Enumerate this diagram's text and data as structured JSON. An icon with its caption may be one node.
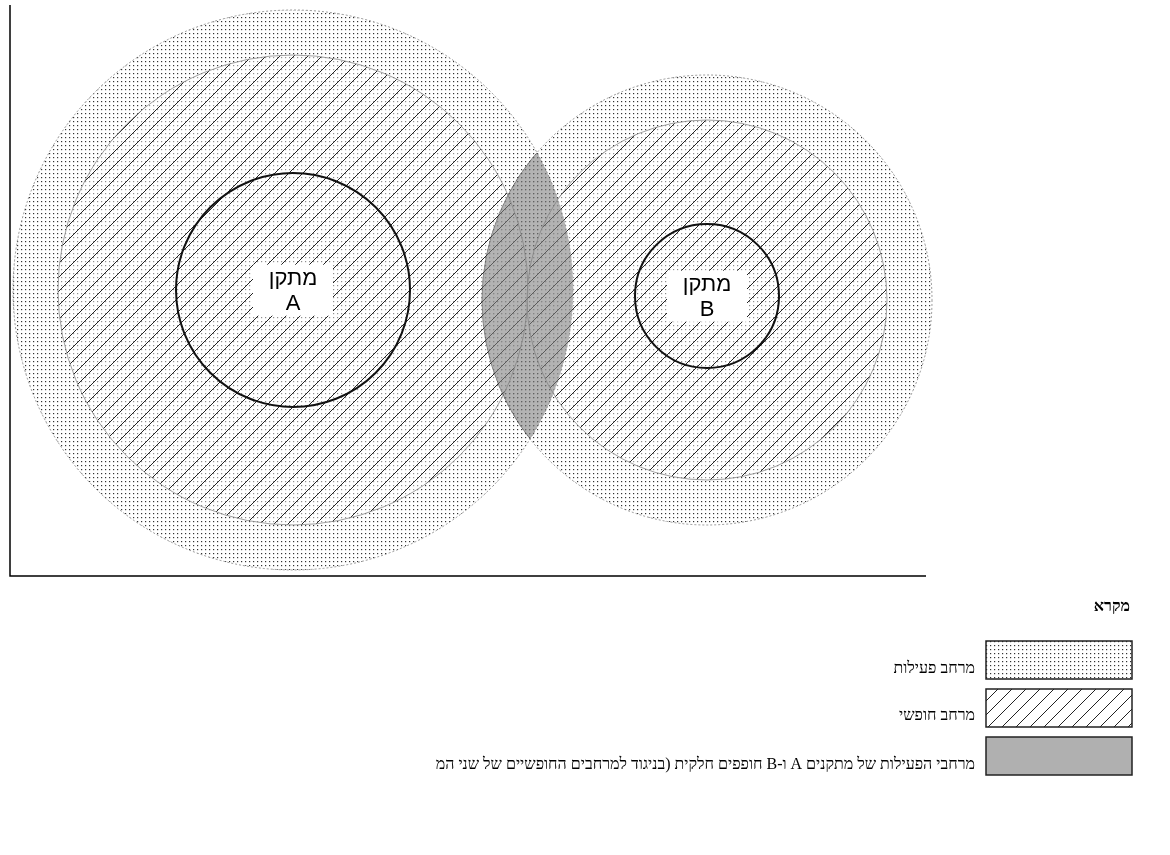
{
  "diagram": {
    "nodes": [
      {
        "text": [
          "מתקן A"
        ]
      },
      {
        "text": [
          "מתקן B"
        ]
      }
    ],
    "edges": [],
    "labels": [
      "מקרא"
    ],
    "legend": [
      {
        "text": "מרחב פעילות"
      },
      {
        "text": "מרחב חופשי"
      },
      {
        "text": "מרחבי הפעילות של מתקנים A ו-B חופפים חלקית (בניגוד למרחבים החופשיים של שני המ",
        "color": "#b0b0b0"
      }
    ]
  }
}
